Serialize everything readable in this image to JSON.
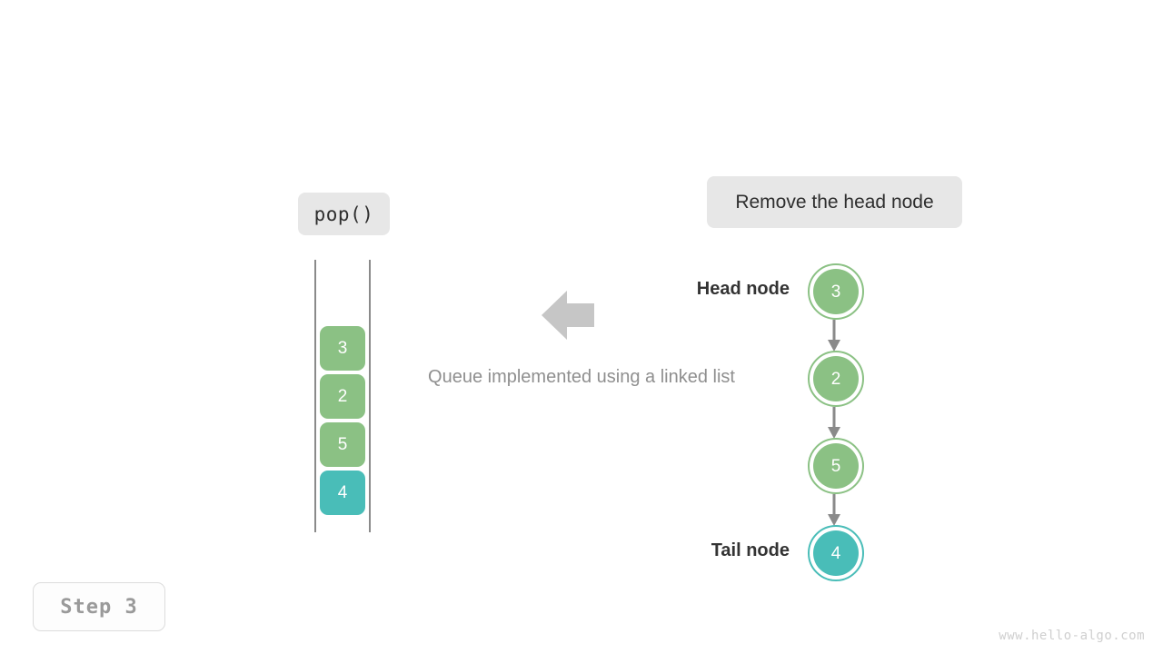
{
  "operation_label": "pop()",
  "action_label": "Remove the head node",
  "caption": "Queue implemented using a linked list",
  "step_badge": "Step 3",
  "watermark": "www.hello-algo.com",
  "colors": {
    "green": "#8bc184",
    "teal": "#49bdb8",
    "pill_bg": "#e7e7e7",
    "arrow_gray": "#c6c6c6",
    "connector_gray": "#8a8a8a",
    "wall_gray": "#8a8a8a",
    "caption_gray": "#8f8f8f",
    "label_dark": "#333333"
  },
  "queue": {
    "name": "queue-array-view",
    "boxes": [
      {
        "value": "3",
        "color": "#8bc184"
      },
      {
        "value": "2",
        "color": "#8bc184"
      },
      {
        "value": "5",
        "color": "#8bc184"
      },
      {
        "value": "4",
        "color": "#49bdb8"
      }
    ]
  },
  "linked_list": {
    "nodes": [
      {
        "value": "3",
        "color": "#8bc184",
        "label": "Head node"
      },
      {
        "value": "2",
        "color": "#8bc184",
        "label": ""
      },
      {
        "value": "5",
        "color": "#8bc184",
        "label": ""
      },
      {
        "value": "4",
        "color": "#49bdb8",
        "label": "Tail node"
      }
    ]
  },
  "icons": {
    "flow_arrow": "arrow-left-icon",
    "connector": "arrow-down-icon"
  }
}
